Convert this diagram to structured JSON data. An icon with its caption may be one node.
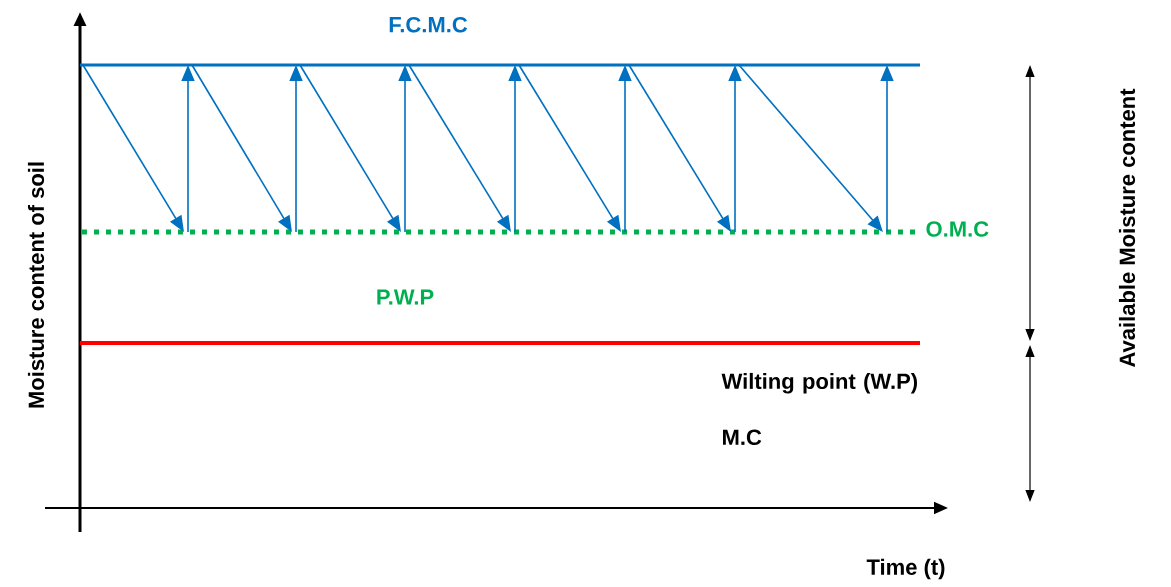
{
  "diagram": {
    "nodes": [
      {
        "text": [
          "F.C.M.C"
        ]
      },
      {
        "text": [
          "O.M.C"
        ]
      }
    ],
    "edges": [
      {
        "from": 0,
        "to": 1,
        "arrow": "to"
      },
      {
        "from": 1,
        "to": 0,
        "arrow": "to"
      },
      {
        "from": 0,
        "to": 1,
        "arrow": "to"
      },
      {
        "from": 1,
        "to": 0,
        "arrow": "to"
      },
      {
        "from": 0,
        "to": 1,
        "arrow": "to"
      },
      {
        "from": 1,
        "to": 0,
        "arrow": "to"
      },
      {
        "from": 0,
        "to": 1,
        "arrow": "to"
      },
      {
        "from": 1,
        "to": 0,
        "arrow": "to"
      },
      {
        "from": 0,
        "to": 1,
        "arrow": "to"
      },
      {
        "from": 1,
        "to": 0,
        "arrow": "to"
      },
      {
        "from": 0,
        "to": 1,
        "arrow": "to"
      },
      {
        "from": 1,
        "to": 0,
        "arrow": "to"
      },
      {
        "from": 0,
        "to": 1,
        "arrow": "to"
      },
      {
        "from": 1,
        "to": 0,
        "arrow": "to"
      }
    ],
    "labels": [
      "P.W.P",
      "Available Moisture content",
      "Wilting point (W.P) M.C",
      "Moisture content of soil",
      "Time (t)"
    ]
  }
}
